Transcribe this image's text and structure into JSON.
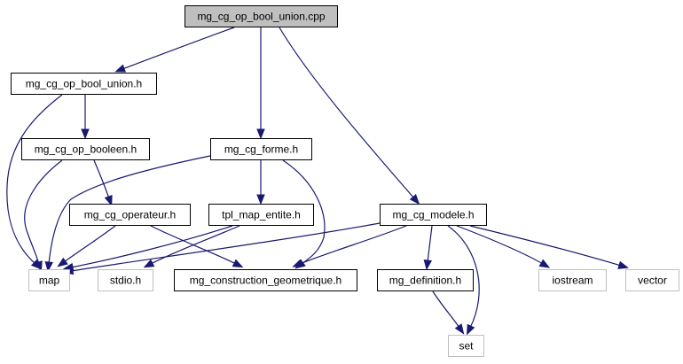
{
  "diagram": {
    "type": "include-dependency-graph",
    "colors": {
      "edge": "#191970",
      "root_fill": "#bfbfbf",
      "root_border": "#000000",
      "internal_border": "#000000",
      "external_border": "#bfbfbf",
      "node_fill": "#ffffff"
    },
    "nodes": [
      {
        "id": "root",
        "label": "mg_cg_op_bool_union.cpp",
        "kind": "root"
      },
      {
        "id": "union_h",
        "label": "mg_cg_op_bool_union.h",
        "kind": "internal"
      },
      {
        "id": "booleen_h",
        "label": "mg_cg_op_booleen.h",
        "kind": "internal"
      },
      {
        "id": "forme_h",
        "label": "mg_cg_forme.h",
        "kind": "internal"
      },
      {
        "id": "operateur_h",
        "label": "mg_cg_operateur.h",
        "kind": "internal"
      },
      {
        "id": "tpl_h",
        "label": "tpl_map_entite.h",
        "kind": "internal"
      },
      {
        "id": "modele_h",
        "label": "mg_cg_modele.h",
        "kind": "internal"
      },
      {
        "id": "map",
        "label": "map",
        "kind": "external"
      },
      {
        "id": "stdio",
        "label": "stdio.h",
        "kind": "external"
      },
      {
        "id": "constr_h",
        "label": "mg_construction_geometrique.h",
        "kind": "internal"
      },
      {
        "id": "defin_h",
        "label": "mg_definition.h",
        "kind": "internal"
      },
      {
        "id": "iostream",
        "label": "iostream",
        "kind": "external"
      },
      {
        "id": "vector",
        "label": "vector",
        "kind": "external"
      },
      {
        "id": "set",
        "label": "set",
        "kind": "external"
      }
    ],
    "edges": [
      {
        "from": "root",
        "to": "union_h"
      },
      {
        "from": "root",
        "to": "forme_h"
      },
      {
        "from": "root",
        "to": "modele_h"
      },
      {
        "from": "union_h",
        "to": "booleen_h"
      },
      {
        "from": "union_h",
        "to": "map"
      },
      {
        "from": "booleen_h",
        "to": "map"
      },
      {
        "from": "booleen_h",
        "to": "operateur_h"
      },
      {
        "from": "forme_h",
        "to": "map"
      },
      {
        "from": "forme_h",
        "to": "tpl_h"
      },
      {
        "from": "forme_h",
        "to": "constr_h"
      },
      {
        "from": "operateur_h",
        "to": "map"
      },
      {
        "from": "operateur_h",
        "to": "constr_h"
      },
      {
        "from": "tpl_h",
        "to": "map"
      },
      {
        "from": "tpl_h",
        "to": "stdio"
      },
      {
        "from": "modele_h",
        "to": "map"
      },
      {
        "from": "modele_h",
        "to": "constr_h"
      },
      {
        "from": "modele_h",
        "to": "defin_h"
      },
      {
        "from": "modele_h",
        "to": "set"
      },
      {
        "from": "modele_h",
        "to": "iostream"
      },
      {
        "from": "modele_h",
        "to": "vector"
      },
      {
        "from": "defin_h",
        "to": "set"
      }
    ]
  }
}
